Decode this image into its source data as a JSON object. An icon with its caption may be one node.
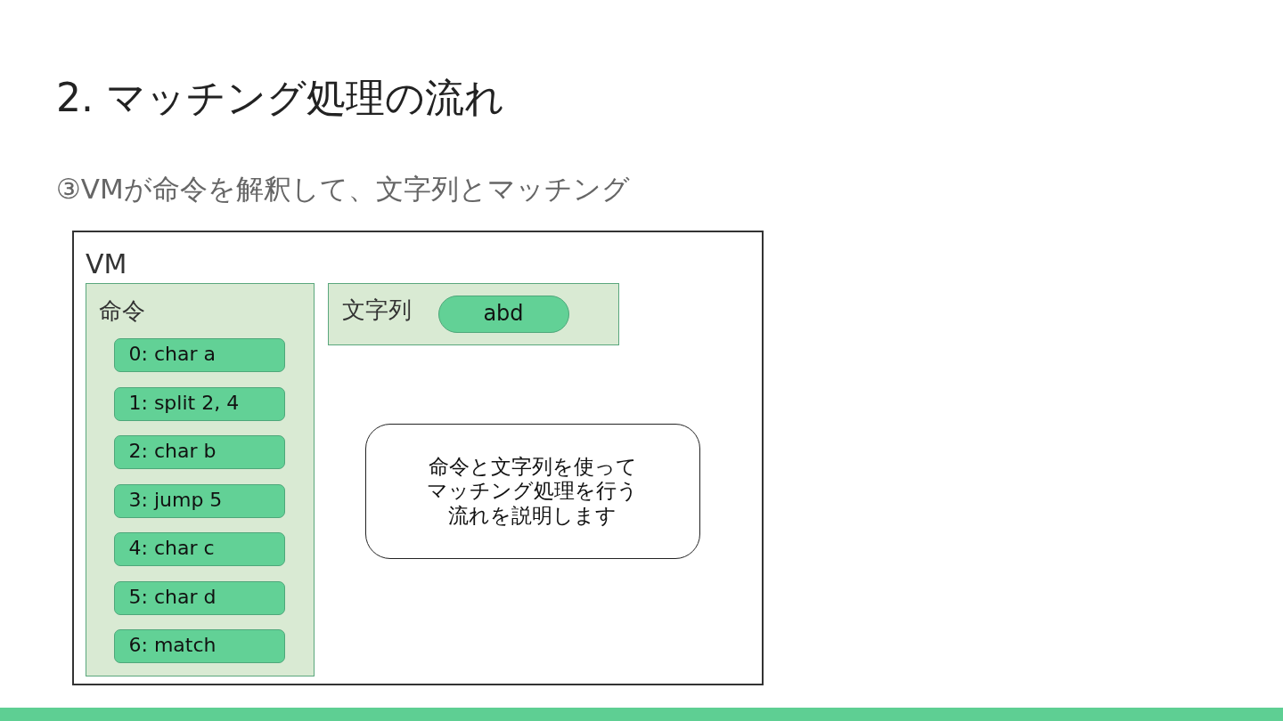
{
  "diagram": {
    "title": "2. マッチング処理の流れ",
    "nodes": [
      {
        "text": [
          "VM"
        ]
      },
      {
        "text": [
          "命令"
        ],
        "in": 0
      },
      {
        "text": [
          "0: char a"
        ],
        "in": 1
      },
      {
        "text": [
          "1: split 2, 4"
        ],
        "in": 1
      },
      {
        "text": [
          "2: char b"
        ],
        "in": 1
      },
      {
        "text": [
          "3: jump 5"
        ],
        "in": 1
      },
      {
        "text": [
          "4: char c"
        ],
        "in": 1
      },
      {
        "text": [
          "5: char d"
        ],
        "in": 1
      },
      {
        "text": [
          "6: match"
        ],
        "in": 1
      },
      {
        "text": [
          "文字列"
        ],
        "in": 0
      },
      {
        "text": [
          "abd"
        ],
        "in": 9
      },
      {
        "text": [
          "命令と文字列を使ってマッチング処理を行う流れを説明します"
        ],
        "in": 0
      }
    ],
    "edges": [],
    "labels": [
      "③VMが命令を解釈して、文字列とマッチング"
    ]
  }
}
